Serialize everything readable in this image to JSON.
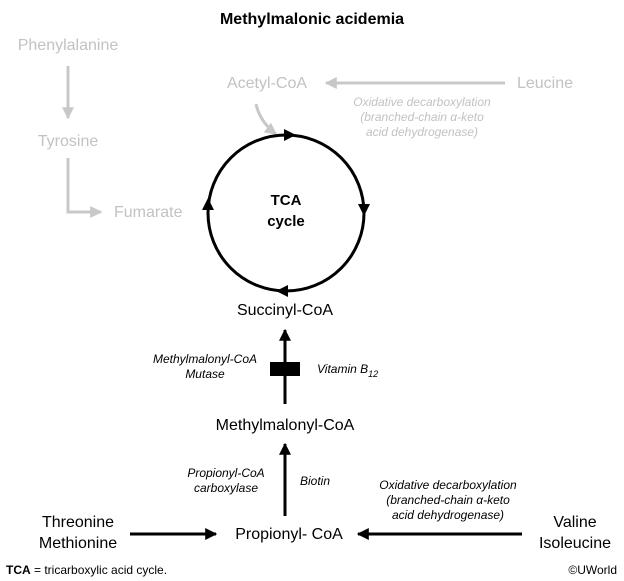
{
  "title": "Methylmalonic acidemia",
  "grey_pathway": {
    "phenylalanine": "Phenylalanine",
    "tyrosine": "Tyrosine",
    "fumarate": "Fumarate",
    "acetyl_coa": "Acetyl-CoA",
    "leucine": "Leucine",
    "enzyme_lines": [
      "Oxidative decarboxylation",
      "(branched-chain α-keto",
      "acid dehydrogenase)"
    ]
  },
  "tca": {
    "line1": "TCA",
    "line2": "cycle"
  },
  "nodes": {
    "succinyl_coa": "Succinyl-CoA",
    "methylmalonyl_coa": "Methylmalonyl-CoA",
    "propionyl_coa": "Propionyl- CoA",
    "threonine": "Threonine",
    "methionine": "Methionine",
    "valine": "Valine",
    "isoleucine": "Isoleucine"
  },
  "enzymes": {
    "mutase_line1": "Methylmalonyl-CoA",
    "mutase_line2": "Mutase",
    "vitamin_b12": "Vitamin B",
    "vitamin_b12_sub": "12",
    "carboxylase_line1": "Propionyl-CoA",
    "carboxylase_line2": "carboxylase",
    "biotin": "Biotin",
    "bckad_lines": [
      "Oxidative decarboxylation",
      "(branched-chain α-keto",
      "acid dehydrogenase)"
    ]
  },
  "footer": {
    "abbr": "TCA",
    "definition": " = tricarboxylic acid cycle.",
    "copyright": "©UWorld"
  }
}
